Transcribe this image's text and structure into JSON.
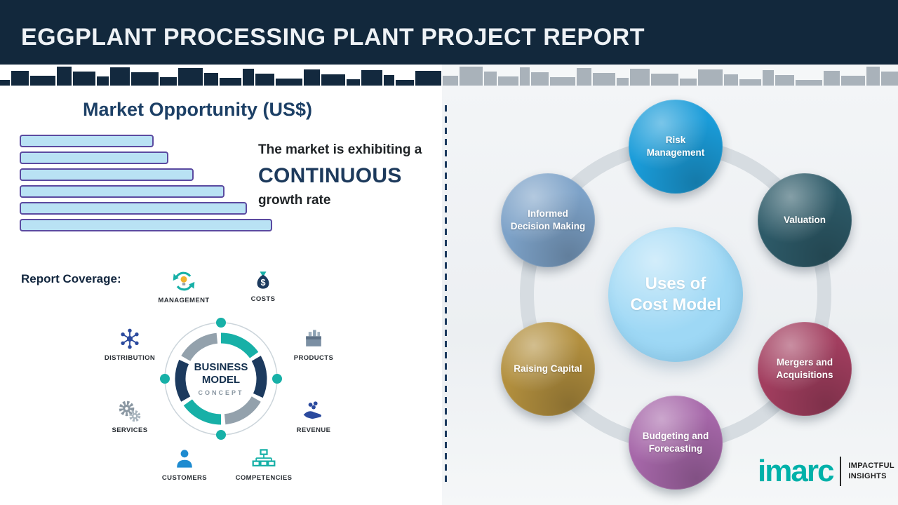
{
  "header": {
    "title": "EGGPLANT PROCESSING PLANT PROJECT REPORT"
  },
  "market": {
    "heading": "Market Opportunity (US$)",
    "growth_line1": "The market is exhibiting a",
    "growth_highlight": "CONTINUOUS",
    "growth_line2": "growth rate",
    "chart_data": {
      "type": "bar",
      "orientation": "horizontal",
      "values_relative_pct": [
        53,
        59,
        69,
        81,
        90,
        100
      ],
      "bar_fill": "#b9e2f4",
      "bar_border": "#5b4aa0",
      "axis_labels": "none"
    }
  },
  "report_coverage": {
    "label": "Report Coverage:",
    "diagram_center": {
      "line1": "BUSINESS",
      "line2": "MODEL",
      "line3": "CONCEPT"
    },
    "items": [
      {
        "label": "MANAGEMENT",
        "icon": "recycle-bulb-icon"
      },
      {
        "label": "COSTS",
        "icon": "money-bag-icon"
      },
      {
        "label": "DISTRIBUTION",
        "icon": "network-icon"
      },
      {
        "label": "PRODUCTS",
        "icon": "box-icon"
      },
      {
        "label": "SERVICES",
        "icon": "gears-icon"
      },
      {
        "label": "REVENUE",
        "icon": "hand-coins-icon"
      },
      {
        "label": "CUSTOMERS",
        "icon": "person-icon"
      },
      {
        "label": "COMPETENCIES",
        "icon": "org-chart-icon"
      }
    ]
  },
  "cost_model": {
    "center_line1": "Uses of",
    "center_line2": "Cost Model",
    "center_color": "#9ed8f5",
    "nodes": [
      {
        "label": "Risk Management",
        "color": "#1a9cd9"
      },
      {
        "label": "Valuation",
        "color": "#2d5a68"
      },
      {
        "label": "Mergers and Acquisitions",
        "color": "#a23e5f"
      },
      {
        "label": "Budgeting and Forecasting",
        "color": "#a667a9"
      },
      {
        "label": "Raising Capital",
        "color": "#b28f3e"
      },
      {
        "label": "Informed Decision Making",
        "color": "#7da2c8"
      }
    ]
  },
  "logo": {
    "brand": "imarc",
    "brand_color": "#00b1a9",
    "tagline_line1": "IMPACTFUL",
    "tagline_line2": "INSIGHTS"
  }
}
